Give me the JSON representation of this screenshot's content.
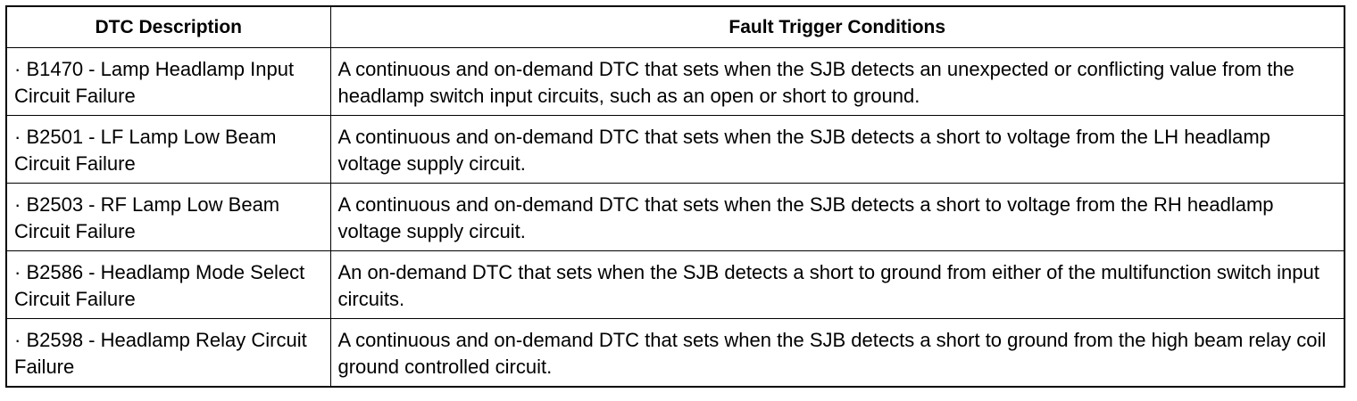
{
  "table": {
    "headers": {
      "description": "DTC Description",
      "conditions": "Fault Trigger Conditions"
    },
    "rows": [
      {
        "description": "· B1470 - Lamp Headlamp Input Circuit Failure",
        "conditions": "A continuous and on-demand DTC that sets when the SJB detects an unexpected or conflicting value from the headlamp switch input circuits, such as an open or short to ground."
      },
      {
        "description": "· B2501 - LF Lamp Low Beam Circuit Failure",
        "conditions": "A continuous and on-demand DTC that sets when the SJB detects a short to voltage from the LH headlamp voltage supply circuit."
      },
      {
        "description": "· B2503 - RF Lamp Low Beam Circuit Failure",
        "conditions": "A continuous and on-demand DTC that sets when the SJB detects a short to voltage from the RH headlamp voltage supply circuit."
      },
      {
        "description": "· B2586 - Headlamp Mode Select Circuit Failure",
        "conditions": "An on-demand DTC that sets when the SJB detects a short to ground from either of the multifunction switch input circuits."
      },
      {
        "description": "· B2598 - Headlamp Relay Circuit Failure",
        "conditions": "A continuous and on-demand DTC that sets when the SJB detects a short to ground from the high beam relay coil ground controlled circuit."
      }
    ]
  }
}
